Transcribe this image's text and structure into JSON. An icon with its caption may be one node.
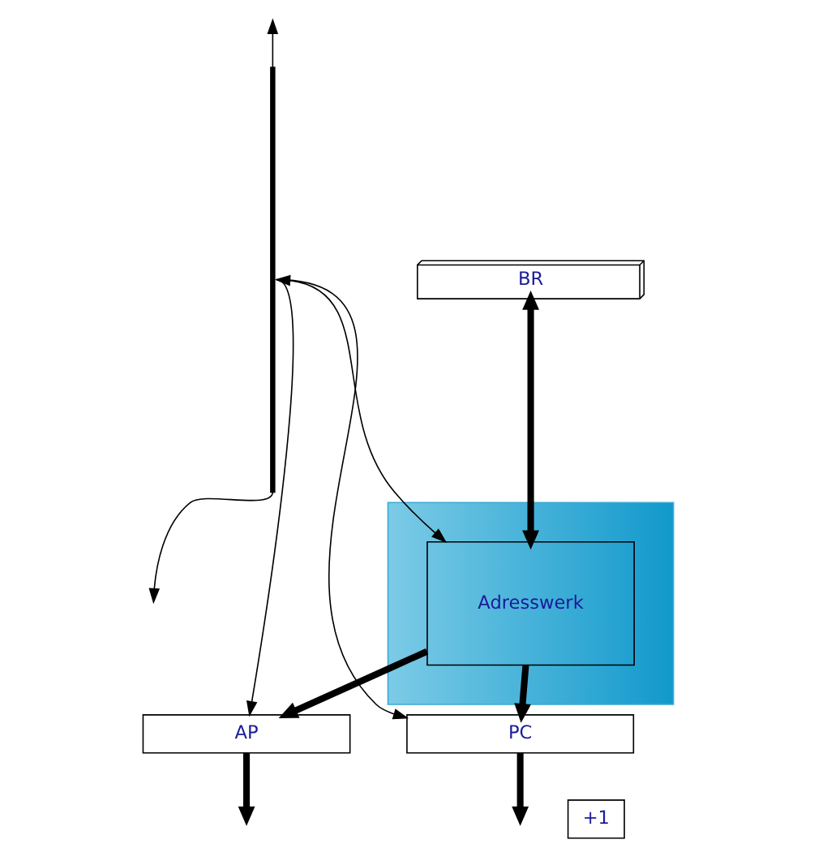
{
  "diagram": {
    "nodes": [
      {
        "text": [
          "BR"
        ]
      },
      {
        "text": [],
        "shape": "box"
      },
      {
        "text": [
          "Adresswerk"
        ],
        "in": 1
      },
      {
        "text": [
          "AP"
        ]
      },
      {
        "text": [
          "PC"
        ]
      },
      {
        "text": [
          "+1"
        ]
      },
      {
        "text": [],
        "shape": "bar"
      }
    ],
    "edges": [
      {
        "from": 0,
        "to": 2,
        "arrow": "both",
        "style": "thick"
      },
      {
        "from": 6,
        "to": 2,
        "arrow": "both"
      },
      {
        "from": 2,
        "to": 3,
        "arrow": "to",
        "style": "thick"
      },
      {
        "from": 2,
        "to": 4,
        "arrow": "to",
        "style": "thick"
      },
      {
        "from": 6,
        "to": 3,
        "arrow": "to"
      },
      {
        "from": 6,
        "to": 4,
        "arrow": "to"
      },
      {
        "from": 3,
        "to": null,
        "arrow": "to",
        "style": "thick"
      },
      {
        "from": 4,
        "to": null,
        "arrow": "to",
        "style": "thick"
      },
      {
        "from": 6,
        "to": null,
        "arrow": "to"
      },
      {
        "from": 6,
        "to": null,
        "arrow": "to"
      }
    ]
  }
}
